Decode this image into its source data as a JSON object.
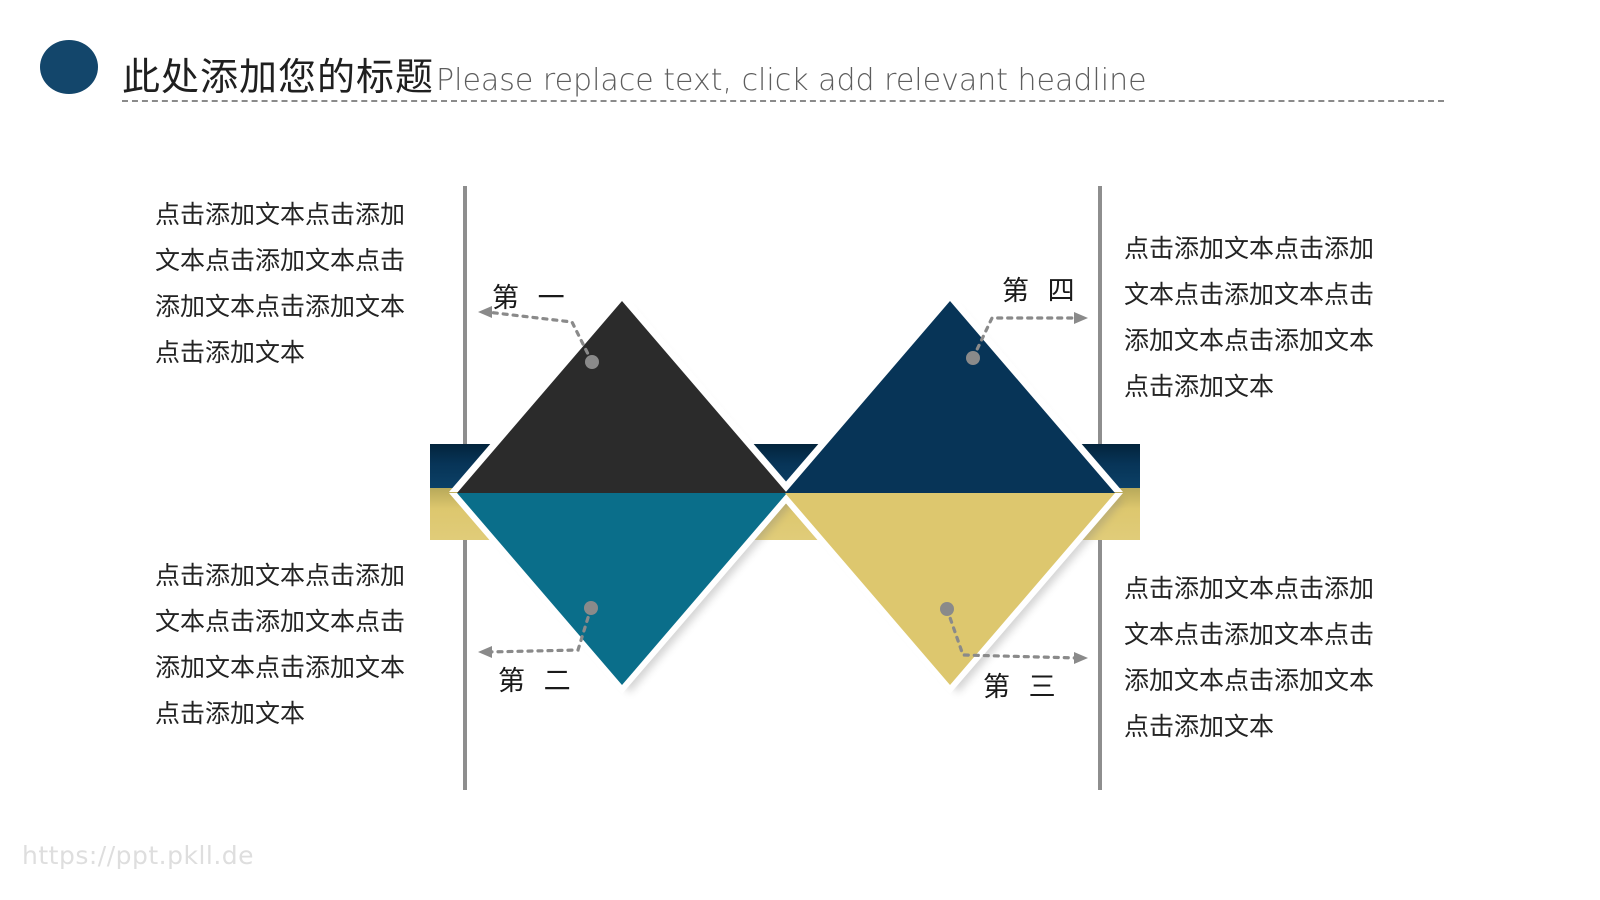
{
  "header": {
    "title_cn": "此处添加您的标题",
    "title_en": "Please replace text, click add relevant headline",
    "bullet_icon": "filled-circle-icon"
  },
  "colors": {
    "accent_navy": "#073457",
    "accent_dark": "#2b2b2b",
    "accent_teal": "#0a6e8a",
    "accent_yellow": "#ddc76e",
    "bullet": "#13466b",
    "rule": "#8e8e8e",
    "text": "#232323",
    "footer": "#dedede"
  },
  "segments": [
    {
      "id": "first",
      "label": "第 一",
      "color": "#2b2b2b",
      "position": "top-left",
      "arrow_direction": "left",
      "body": "点击添加文本点击添加文本点击添加文本点击添加文本点击添加文本点击添加文本"
    },
    {
      "id": "second",
      "label": "第 二",
      "color": "#0a6e8a",
      "position": "bottom-left",
      "arrow_direction": "left",
      "body": "点击添加文本点击添加文本点击添加文本点击添加文本点击添加文本点击添加文本"
    },
    {
      "id": "third",
      "label": "第 三",
      "color": "#ddc76e",
      "position": "bottom-right",
      "arrow_direction": "right",
      "body": "点击添加文本点击添加文本点击添加文本点击添加文本点击添加文本点击添加文本"
    },
    {
      "id": "fourth",
      "label": "第 四",
      "color": "#073457",
      "position": "top-right",
      "arrow_direction": "right",
      "body": "点击添加文本点击添加文本点击添加文本点击添加文本点击添加文本点击添加文本"
    }
  ],
  "band": {
    "top_color": "#073457",
    "bottom_color": "#ddc76e"
  },
  "footer": {
    "url": "https://ppt.pkll.de"
  }
}
